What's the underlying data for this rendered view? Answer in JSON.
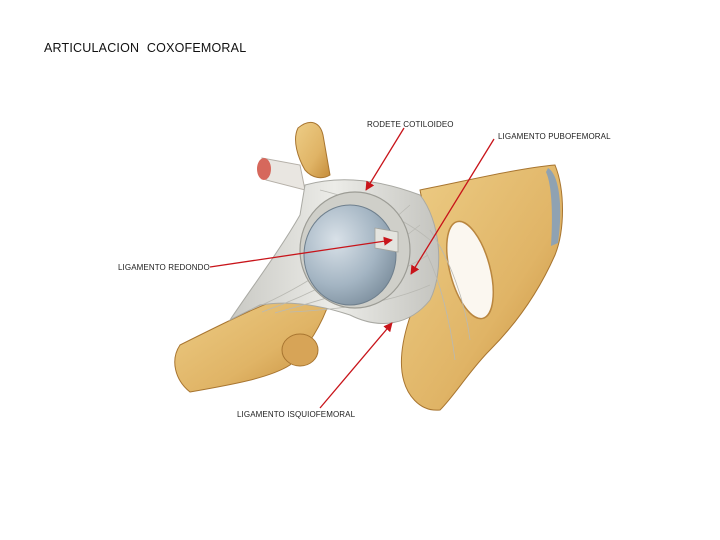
{
  "title": "ARTICULACION   COXOFEMORAL",
  "labels": {
    "rodete": "RODETE COTILOIDEO",
    "pubofemoral": "LIGAMENTO PUBOFEMORAL",
    "redondo": "LIGAMENTO REDONDO",
    "isquiofemoral": "LIGAMENTO ISQUIOFEMORAL"
  },
  "colors": {
    "arrow": "#c8141a",
    "bone": "#e2b96a",
    "bone_shadow": "#c9923f",
    "ligament": "#d8d8d4",
    "cartilage": "#9fb0be"
  }
}
